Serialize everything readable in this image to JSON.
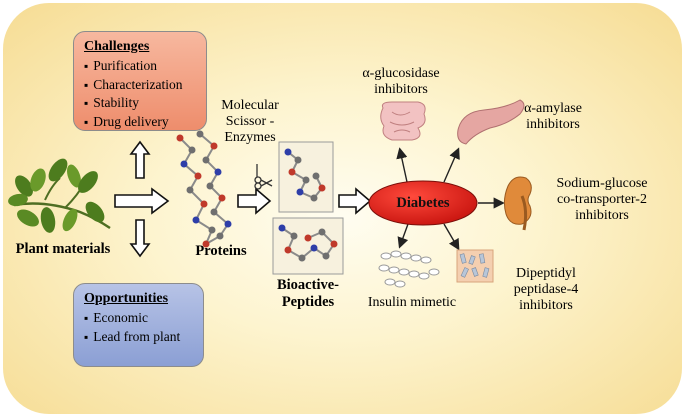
{
  "challenges": {
    "title": "Challenges",
    "items": [
      "Purification",
      "Characterization",
      "Stability",
      "Drug delivery"
    ]
  },
  "opportunities": {
    "title": "Opportunities",
    "items": [
      "Economic",
      "Lead from plant"
    ]
  },
  "labels": {
    "plant_materials": "Plant materials",
    "proteins": "Proteins",
    "molecular_scissor_1": "Molecular",
    "molecular_scissor_2": "Scissor -",
    "molecular_scissor_3": "Enzymes",
    "bioactive_1": "Bioactive-",
    "bioactive_2": "Peptides",
    "diabetes": "Diabetes"
  },
  "targets": {
    "alpha_glucosidase_1": "α-glucosidase",
    "alpha_glucosidase_2": "inhibitors",
    "alpha_amylase_1": "α-amylase",
    "alpha_amylase_2": "inhibitors",
    "sglt2_1": "Sodium-glucose",
    "sglt2_2": "co-transporter-2",
    "sglt2_3": "inhibitors",
    "dpp4_1": "Dipeptidyl",
    "dpp4_2": "peptidase-4",
    "dpp4_3": "inhibitors",
    "insulin": "Insulin mimetic"
  },
  "colors": {
    "diabetes_fill": "#e0201b",
    "challenges_fill": "#ee8d6c",
    "opportunities_fill": "#8b9fd4",
    "background": "#f6dc93"
  },
  "icons": [
    "leaf-branch-icon",
    "protein-molecule-icon",
    "scissors-icon",
    "peptide-molecule-icon",
    "intestine-icon",
    "pancreas-icon",
    "kidney-icon",
    "insulin-chain-icon",
    "dpp4-crystals-icon"
  ]
}
